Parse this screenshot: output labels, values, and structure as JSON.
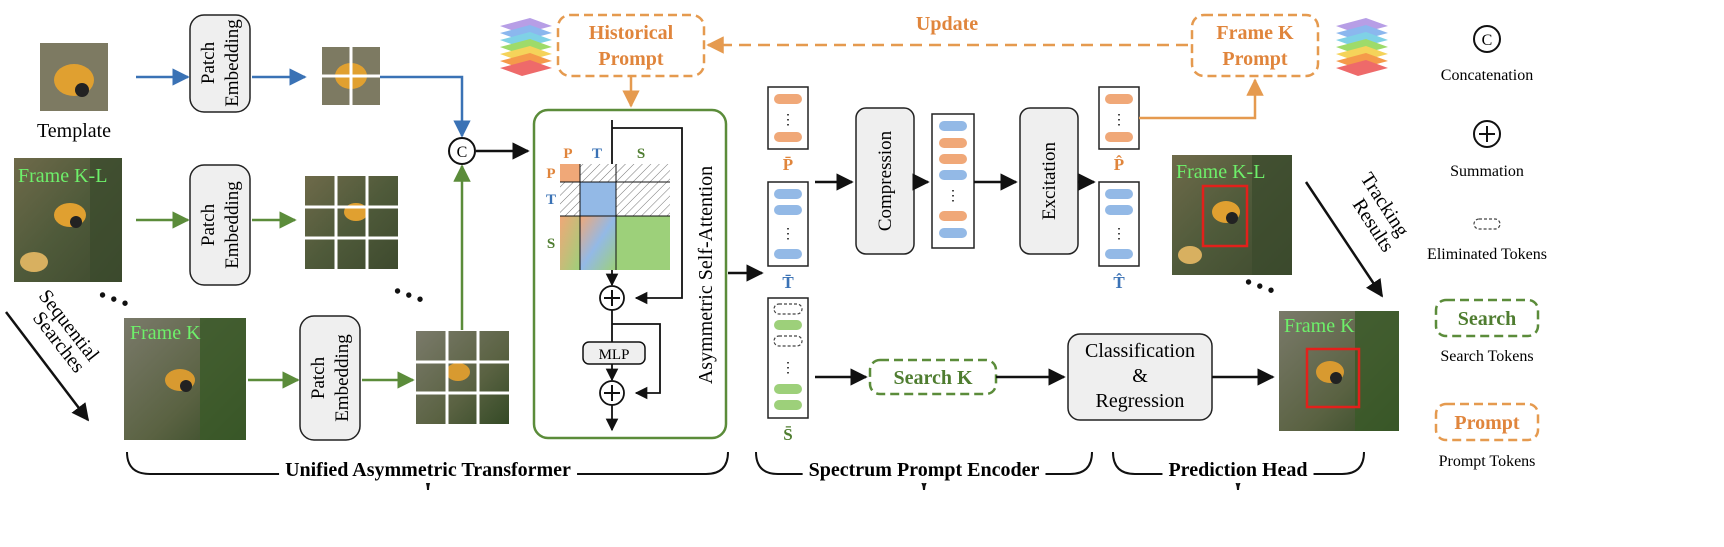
{
  "colors": {
    "blue_arrow": "#3a72b5",
    "green_arrow": "#5b8c3a",
    "orange_arrow": "#e59a4f",
    "orange_text": "#e0853c",
    "green_text": "#4f7d30",
    "frame_label": "#6ef06a",
    "token_orange": "#f0a878",
    "token_blue": "#93b9e6",
    "token_green": "#9dd07a",
    "bbox_red": "#e3201b",
    "box_fill": "#efefef"
  },
  "inputs": {
    "template_label": "Template",
    "frame_kl_label": "Frame K-L",
    "frame_k_label": "Frame K",
    "sequential_label_1": "Sequential",
    "sequential_label_2": "Searches"
  },
  "blocks": {
    "patch_embedding_1": "Patch",
    "patch_embedding_2": "Embedding",
    "historical_prompt_1": "Historical",
    "historical_prompt_2": "Prompt",
    "update_label": "Update",
    "frame_k_prompt_1": "Frame K",
    "frame_k_prompt_2": "Prompt",
    "attention_label": "Asymmetric Self-Attention",
    "attn_p": "P",
    "attn_t": "T",
    "attn_s": "S",
    "mlp_label": "MLP",
    "compression_label": "Compression",
    "excitation_label": "Excitation",
    "search_k_label": "Search K",
    "cls_line1": "Classification",
    "cls_line2": "&",
    "cls_line3": "Regression",
    "p_bar": "P̄",
    "t_bar": "T̄",
    "s_bar": "S̄",
    "p_hat": "P̂",
    "t_hat": "T̂",
    "concat_symbol": "C",
    "tracking_results_1": "Tracking",
    "tracking_results_2": "Results",
    "ellipsis": "• • •"
  },
  "sections": {
    "uat": "Unified Asymmetric Transformer",
    "spe": "Spectrum Prompt Encoder",
    "ph": "Prediction Head"
  },
  "legend": {
    "concat_symbol": "C",
    "concat_label": "Concatenation",
    "sum_label": "Summation",
    "eliminated_label": "Eliminated Tokens",
    "search_box": "Search",
    "search_label": "Search Tokens",
    "prompt_box": "Prompt",
    "prompt_label": "Prompt Tokens"
  }
}
